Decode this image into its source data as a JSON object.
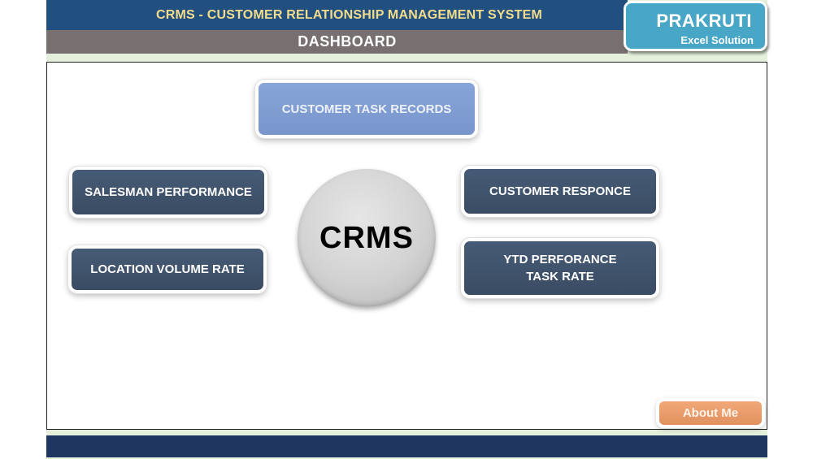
{
  "header": {
    "title": "CRMS - CUSTOMER RELATIONSHIP MANAGEMENT SYSTEM",
    "subtitle": "DASHBOARD"
  },
  "brand": {
    "name": "PRAKRUTI",
    "tagline": "Excel Solution"
  },
  "center": {
    "label": "CRMS"
  },
  "nav": {
    "customer_task_records": "CUSTOMER TASK RECORDS",
    "salesman_performance": "SALESMAN PERFORMANCE",
    "location_volume_rate": "LOCATION VOLUME RATE",
    "customer_responce": "CUSTOMER RESPONCE",
    "ytd_performance_task_rate": "YTD PERFORANCE TASK RATE"
  },
  "about": {
    "label": "About Me"
  },
  "colors": {
    "title_band": "#215080",
    "title_text": "#f2dc8c",
    "subtitle_band": "#787070",
    "brand_bg": "#48a6c6",
    "nav_dark": "#3f526b",
    "nav_light": "#809ed3",
    "about_bg": "#eb9f6c",
    "footer": "#1f3660"
  }
}
